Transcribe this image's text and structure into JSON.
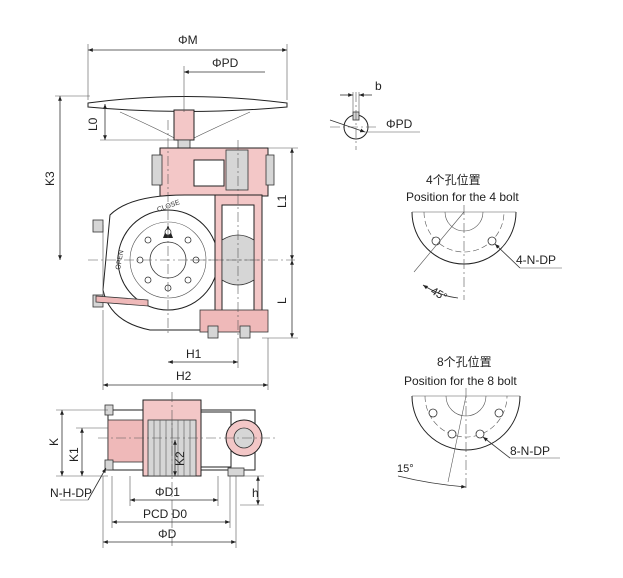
{
  "dimensions": {
    "phi_m": "ΦM",
    "phi_pd": "ΦPD",
    "l0": "L0",
    "k3": "K3",
    "l1": "L1",
    "l": "L",
    "h1": "H1",
    "h2": "H2",
    "k": "K",
    "k1": "K1",
    "k2": "K2",
    "n_h_dp": "N-H-DP",
    "phi_d1": "ΦD1",
    "pcd_d0": "PCD D0",
    "phi_d": "ΦD",
    "h": "h",
    "b": "b",
    "detail_phi_pd": "ΦPD"
  },
  "dial": {
    "close": "CLOSE",
    "open": "OPEN"
  },
  "bolt4": {
    "title_cn": "4个孔位置",
    "title_en": "Position for the 4 bolt",
    "callout": "4-N-DP",
    "angle": "45°"
  },
  "bolt8": {
    "title_cn": "8个孔位置",
    "title_en": "Position for the 8 bolt",
    "callout": "8-N-DP",
    "angle": "15°"
  },
  "colors": {
    "section_hatch": "#f3c7c7",
    "line": "#222222"
  }
}
